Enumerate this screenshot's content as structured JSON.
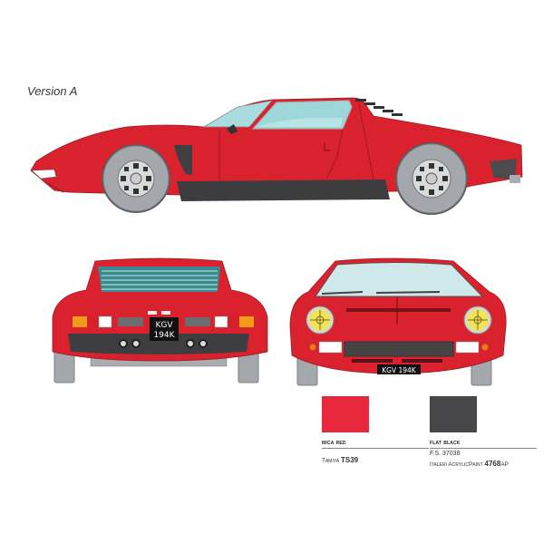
{
  "title": "Version A",
  "plates": {
    "rear_line1": "KGV",
    "rear_line2": "194K",
    "front": "KGV 194K"
  },
  "colors": {
    "body_red": "#d9222e",
    "body_dark_red": "#b51a24",
    "flat_black": "#404042",
    "tyre_grey": "#a4a8ad",
    "glass": "#a9dcde",
    "headlight_yellow": "#f1e35b"
  },
  "swatches": [
    {
      "name": "Mica Red",
      "color": "#e8263c",
      "fs_code": "",
      "brand": "Tamiya",
      "code": "TS39",
      "suffix": ""
    },
    {
      "name": "Flat Black",
      "color": "#474749",
      "fs_code": "F.S. 37038",
      "brand": "Italeri AcrylicPaint",
      "code": "4768",
      "suffix": "AP"
    }
  ],
  "views": [
    "side-view",
    "rear-view",
    "front-view"
  ]
}
